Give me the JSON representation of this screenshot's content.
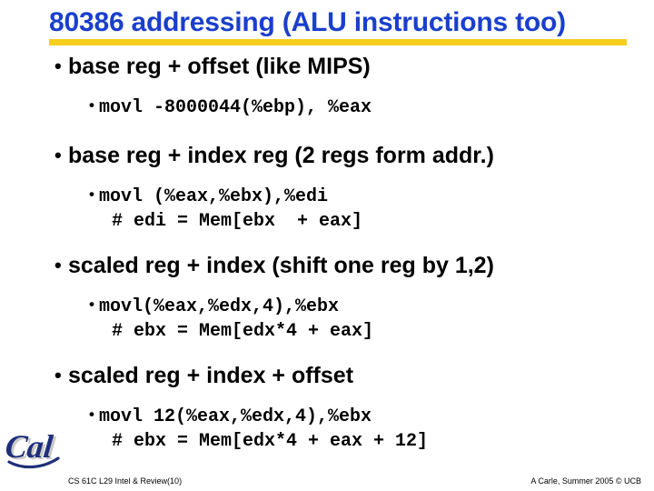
{
  "slide": {
    "title": "80386 addressing  (ALU instructions too)",
    "title_color": "#1a3fcc",
    "rule_color": "#f5ce1e",
    "groups": [
      {
        "heading": "base reg + offset  (like MIPS)",
        "code": [
          "movl -8000044(%ebp), %eax"
        ]
      },
      {
        "heading": "base reg + index reg  (2 regs form addr.)",
        "code": [
          "movl (%eax,%ebx),%edi",
          "# edi = Mem[ebx  + eax]"
        ]
      },
      {
        "heading": "scaled reg + index  (shift one reg by 1,2)",
        "code": [
          "movl(%eax,%edx,4),%ebx",
          "# ebx = Mem[edx*4 + eax]"
        ]
      },
      {
        "heading": "scaled reg + index + offset",
        "code": [
          "movl 12(%eax,%edx,4),%ebx",
          "# ebx = Mem[edx*4 + eax + 12]"
        ]
      }
    ],
    "bullet_glyph": "•",
    "footer": {
      "left": "CS 61C L29 Intel & Review(10)",
      "right": "A Carle, Summer 2005 © UCB",
      "logo_alt": "Cal"
    }
  }
}
